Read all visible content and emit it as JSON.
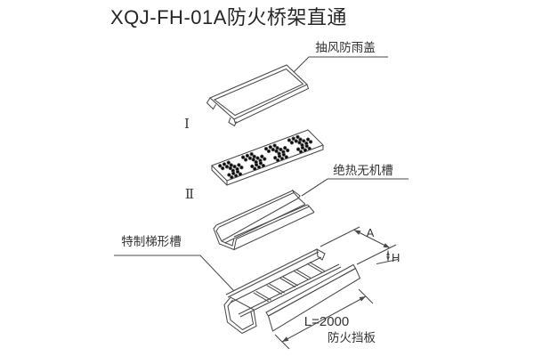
{
  "title": "XQJ-FH-01A防火桥架直通",
  "labels": {
    "cover": "抽风防雨盖",
    "insulating_channel": "绝热无机槽",
    "trapezoid_channel": "特制梯形槽",
    "fire_baffle": "防火挡板"
  },
  "markers": {
    "stage1": "Ⅰ",
    "stage2": "Ⅱ"
  },
  "dimensions": {
    "length": "L=2000",
    "width": "A",
    "height": "H"
  },
  "colors": {
    "line": "#4a4a4a",
    "text": "#333333",
    "title": "#262626",
    "background": "#ffffff"
  }
}
